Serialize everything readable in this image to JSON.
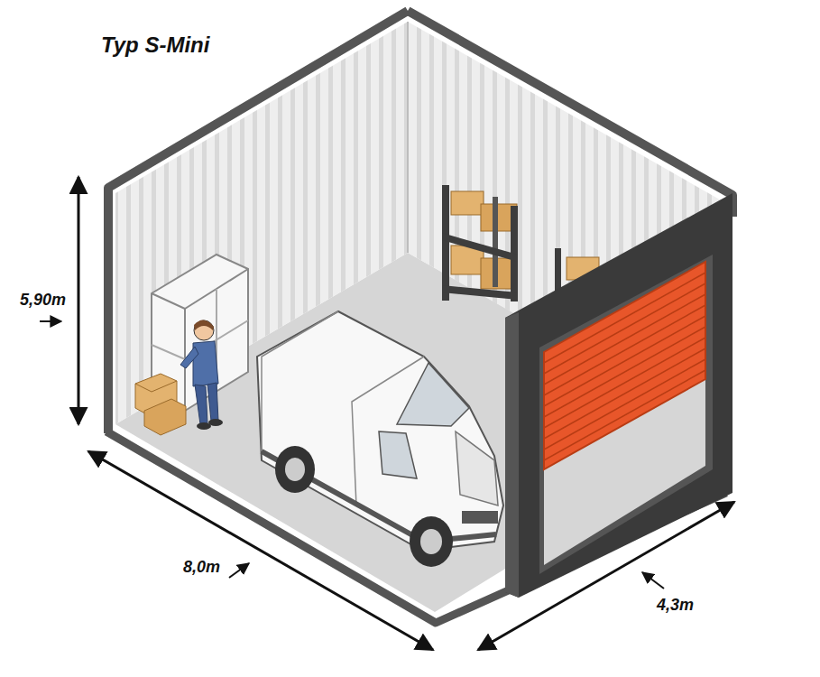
{
  "diagram": {
    "title": "Typ S-Mini",
    "labels": [
      "5,90m",
      "8,0m",
      "4,3m"
    ]
  }
}
